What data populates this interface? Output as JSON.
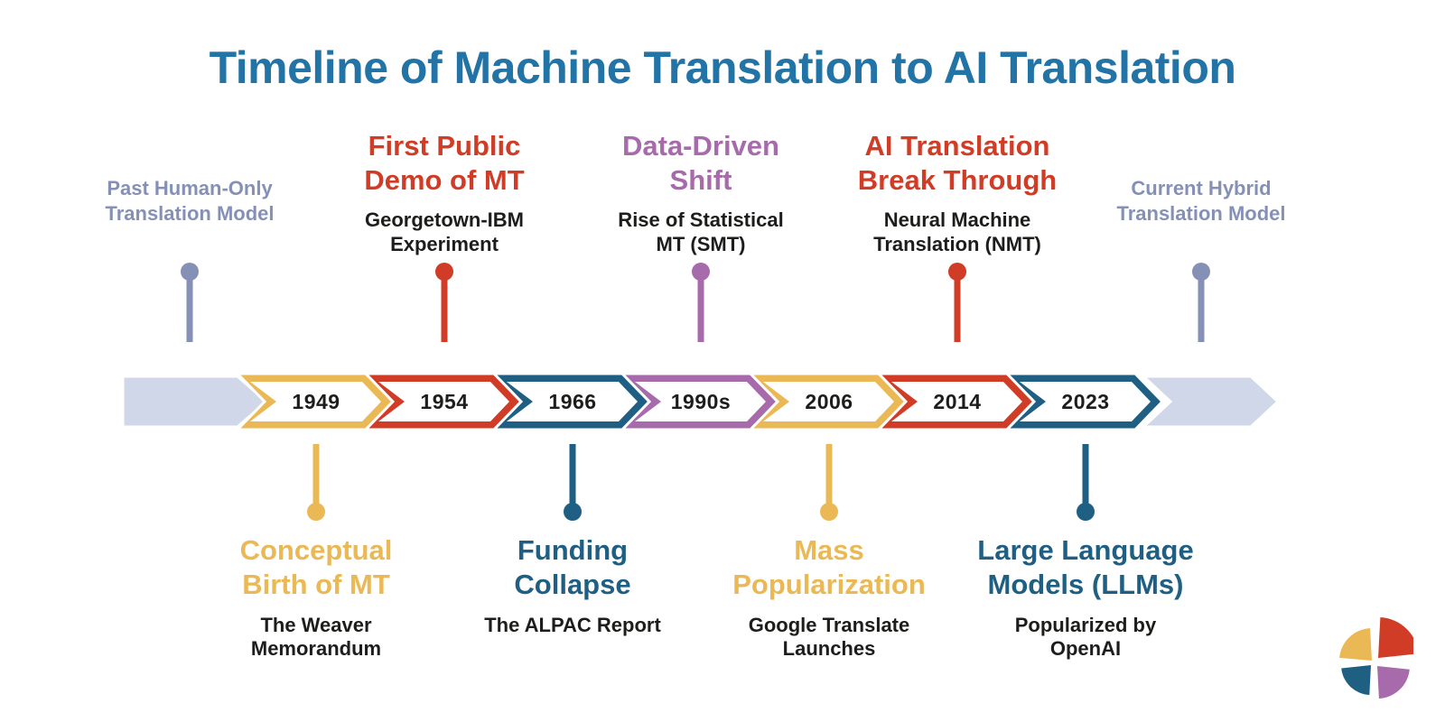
{
  "title": {
    "text": "Timeline of Machine Translation to AI Translation"
  },
  "palette": {
    "title": "#2273a6",
    "red": "#d03c26",
    "yellow": "#eab955",
    "blue": "#1f5f83",
    "purple": "#a76bab",
    "muted": "#8590b6",
    "lavender": "#d0d7e9",
    "dark": "#1d1d1b",
    "chevron_inner": "#ffffff"
  },
  "timeline": {
    "segments": [
      {
        "year": "1949",
        "color": "yellow"
      },
      {
        "year": "1954",
        "color": "red"
      },
      {
        "year": "1966",
        "color": "blue"
      },
      {
        "year": "1990s",
        "color": "purple"
      },
      {
        "year": "2006",
        "color": "yellow"
      },
      {
        "year": "2014",
        "color": "red"
      },
      {
        "year": "2023",
        "color": "blue"
      }
    ]
  },
  "top_events": [
    {
      "id": "past-human-only-model",
      "style": "muted",
      "color": "muted",
      "title_lines": [
        "Past Human-Only",
        "Translation Model"
      ],
      "subtitle_lines": []
    },
    {
      "id": "first-public-demo",
      "style": "event",
      "color": "red",
      "title_lines": [
        "First Public",
        "Demo of MT"
      ],
      "subtitle_lines": [
        "Georgetown-IBM",
        "Experiment"
      ]
    },
    {
      "id": "data-driven-shift",
      "style": "event",
      "color": "purple",
      "title_lines": [
        "Data-Driven",
        "Shift"
      ],
      "subtitle_lines": [
        "Rise of Statistical",
        "MT (SMT)"
      ]
    },
    {
      "id": "ai-translation-breakthrough",
      "style": "event",
      "color": "red",
      "title_lines": [
        "AI Translation",
        "Break Through"
      ],
      "subtitle_lines": [
        "Neural Machine",
        "Translation (NMT)"
      ]
    },
    {
      "id": "current-hybrid-model",
      "style": "muted",
      "color": "muted",
      "title_lines": [
        "Current Hybrid",
        "Translation Model"
      ],
      "subtitle_lines": []
    }
  ],
  "bottom_events": [
    {
      "id": "conceptual-birth-of-mt",
      "color": "yellow",
      "title_lines": [
        "Conceptual",
        "Birth of MT"
      ],
      "subtitle_lines": [
        "The Weaver",
        "Memorandum"
      ]
    },
    {
      "id": "funding-collapse",
      "color": "blue",
      "title_lines": [
        "Funding",
        "Collapse"
      ],
      "subtitle_lines": [
        "The ALPAC Report"
      ]
    },
    {
      "id": "mass-popularization",
      "color": "yellow",
      "title_lines": [
        "Mass",
        "Popularization"
      ],
      "subtitle_lines": [
        "Google Translate",
        "Launches"
      ]
    },
    {
      "id": "large-language-models",
      "color": "blue",
      "title_lines": [
        "Large Language",
        "Models (LLMs)"
      ],
      "subtitle_lines": [
        "Popularized by",
        "OpenAI"
      ]
    }
  ],
  "logo": {
    "colors": {
      "top_left": "#eab955",
      "top_right": "#d03c26",
      "bottom_left": "#1e5f82",
      "bottom_right": "#a76bab"
    }
  }
}
